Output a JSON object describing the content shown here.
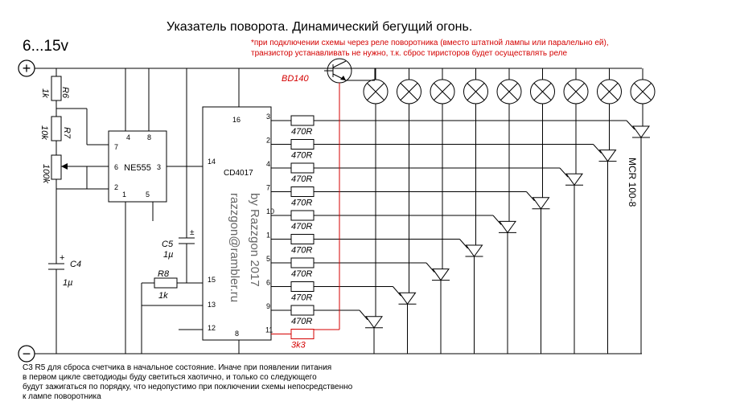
{
  "title": "Указатель поворота. Динамический бегущий огонь.",
  "supply": {
    "voltage": "6...15v",
    "plus_symbol": "+",
    "minus_symbol": "−"
  },
  "note_relay": {
    "line1": "*при подключении схемы через реле поворотника (вместо штатной лампы или паралельно ей),",
    "line2": "транзистор устанавливать не нужно, т.к. сброс тиристоров будет осуществлять реле"
  },
  "transistor": {
    "label": "BD140"
  },
  "resistors": {
    "r6": {
      "name": "R6",
      "value": "1k"
    },
    "r7": {
      "name": "R7",
      "value": "10k"
    },
    "pot": {
      "value": "100k"
    },
    "r8": {
      "name": "R8",
      "value": "1k"
    },
    "r_led": "470R",
    "r_base": "3k3"
  },
  "capacitors": {
    "c4": {
      "name": "C4",
      "value": "1µ"
    },
    "c5": {
      "name": "C5",
      "value": "1µ"
    }
  },
  "ne555": {
    "name": "NE555",
    "pins": {
      "p7": "7",
      "p6": "6",
      "p2": "2",
      "p4": "4",
      "p8": "8",
      "p3": "3",
      "p1": "1",
      "p5": "5"
    }
  },
  "cd4017": {
    "name": "CD4017",
    "pins_left": {
      "p16": "16",
      "p14": "14",
      "p15": "15",
      "p13": "13",
      "p12": "12",
      "p8": "8"
    },
    "outputs": [
      "3",
      "2",
      "4",
      "7",
      "10",
      "1",
      "5",
      "6",
      "9",
      "11"
    ]
  },
  "thyristor": {
    "label": "MCR 100-8"
  },
  "watermark": {
    "line1": "by Razzgon 2017",
    "line2": "razzgon@rambler.ru"
  },
  "note_bottom": {
    "line1": "C3 R5 для сброса счетчика в начальное состояние. Иначе при появлении питания",
    "line2": "в первом цикле светодиоды буду светиться хаотично, и только со следующего",
    "line3": "будут зажигаться по порядку, что недопустимо при поключении схемы непосредственно",
    "line4": "к лампе поворотника"
  }
}
